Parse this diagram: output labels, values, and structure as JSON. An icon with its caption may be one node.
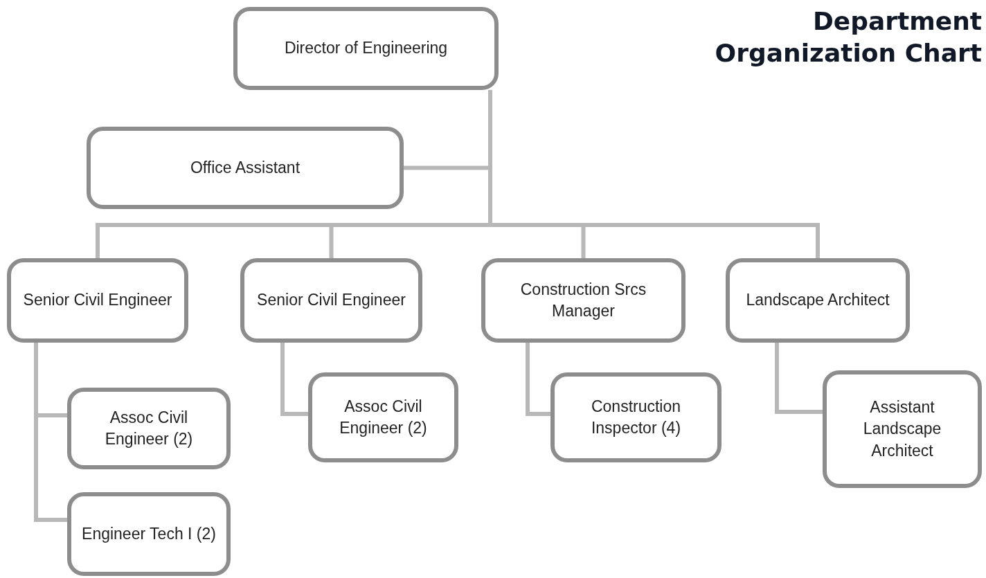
{
  "diagram": {
    "title": "Department Organization Chart",
    "nodes": [
      {
        "text": [
          "Director of Engineering"
        ]
      },
      {
        "text": [
          "Office Assistant"
        ]
      },
      {
        "text": [
          "Senior Civil Engineer"
        ]
      },
      {
        "text": [
          "Senior Civil Engineer"
        ]
      },
      {
        "text": [
          "Construction Srcs Manager"
        ]
      },
      {
        "text": [
          "Landscape Architect"
        ]
      },
      {
        "text": [
          "Assoc Civil Engineer (2)"
        ]
      },
      {
        "text": [
          "Engineer Tech I (2)"
        ]
      },
      {
        "text": [
          "Assoc Civil Engineer (2)"
        ]
      },
      {
        "text": [
          "Construction Inspector (4)"
        ]
      },
      {
        "text": [
          "Assistant Landscape Architect"
        ]
      }
    ],
    "edges": [
      {
        "from": 0,
        "to": 1,
        "arrow": "none"
      },
      {
        "from": 0,
        "to": 2,
        "arrow": "none"
      },
      {
        "from": 0,
        "to": 3,
        "arrow": "none"
      },
      {
        "from": 0,
        "to": 4,
        "arrow": "none"
      },
      {
        "from": 0,
        "to": 5,
        "arrow": "none"
      },
      {
        "from": 2,
        "to": 6,
        "arrow": "none"
      },
      {
        "from": 2,
        "to": 7,
        "arrow": "none"
      },
      {
        "from": 3,
        "to": 8,
        "arrow": "none"
      },
      {
        "from": 4,
        "to": 9,
        "arrow": "none"
      },
      {
        "from": 5,
        "to": 10,
        "arrow": "none"
      }
    ]
  }
}
